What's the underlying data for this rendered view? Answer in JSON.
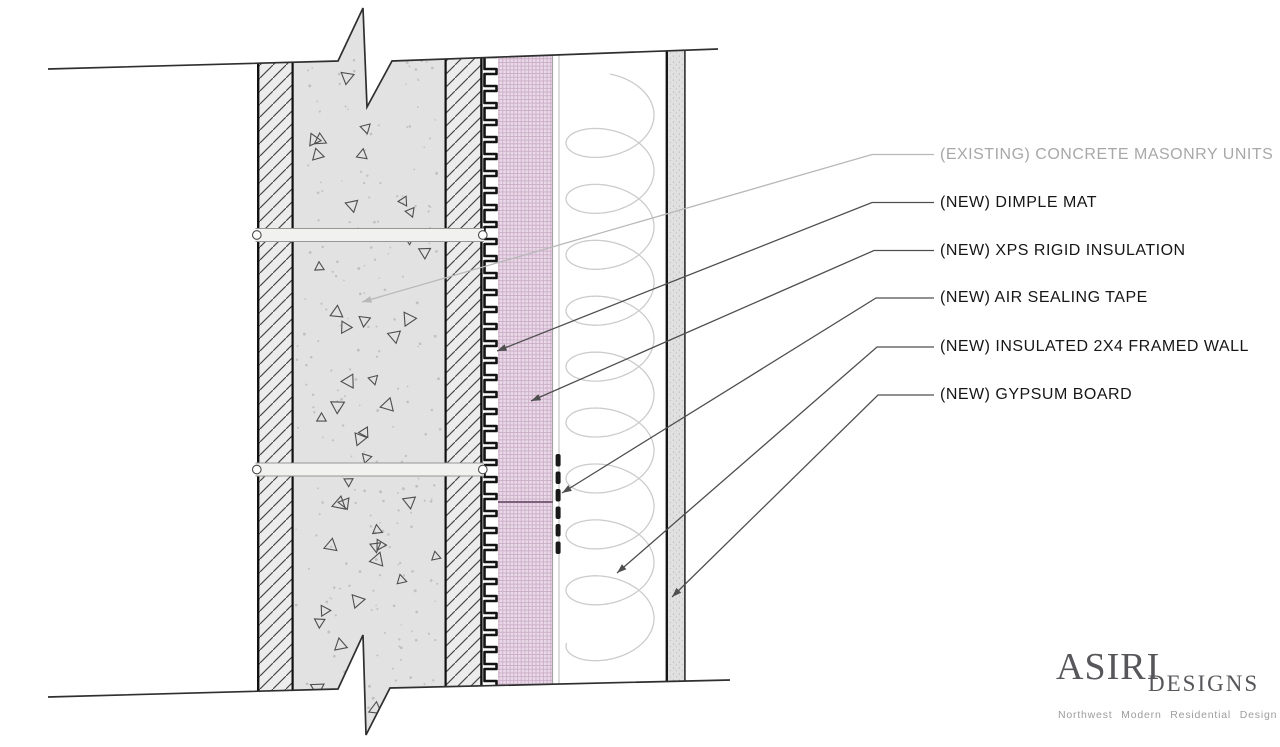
{
  "drawing": {
    "type": "wall-section-detail",
    "callouts": [
      {
        "id": "cmu",
        "label": "(EXISTING) CONCRETE MASONRY UNITS",
        "status": "existing",
        "text_color": "#a8a8a8",
        "leader_color": "#b8b8b8"
      },
      {
        "id": "dimple_mat",
        "label": "(NEW) DIMPLE MAT",
        "status": "new",
        "text_color": "#161616",
        "leader_color": "#4f4f4f"
      },
      {
        "id": "xps",
        "label": "(NEW) XPS RIGID INSULATION",
        "status": "new",
        "text_color": "#161616",
        "leader_color": "#4f4f4f"
      },
      {
        "id": "tape",
        "label": "(NEW) AIR SEALING TAPE",
        "status": "new",
        "text_color": "#161616",
        "leader_color": "#4f4f4f"
      },
      {
        "id": "framed_wall",
        "label": "(NEW) INSULATED 2X4 FRAMED WALL",
        "status": "new",
        "text_color": "#161616",
        "leader_color": "#4f4f4f"
      },
      {
        "id": "gypsum",
        "label": "(NEW) GYPSUM BOARD",
        "status": "new",
        "text_color": "#161616",
        "leader_color": "#4f4f4f"
      }
    ],
    "materials": {
      "concrete_fill": "#e2e2e2",
      "concrete_speck": "#b5b5b5",
      "faceshell_fill": "#ececec",
      "hatch_line": "#474747",
      "xps_fill": "#e9dae7",
      "xps_grid": "#cdadc9",
      "xps_seam": "#7b617a",
      "dimple_mat_line": "#141414",
      "tape_dash": "#181818",
      "batt_loop": "#cccccc",
      "gypsum_fill": "#e0e0e0",
      "outline": "#2f2f2f"
    }
  },
  "logo": {
    "brand": "ASIRI",
    "brand_suffix": "DESIGNS",
    "tagline": "Northwest Modern Residential Design",
    "color": "#57575b",
    "tagline_color": "#9c9c9c"
  }
}
